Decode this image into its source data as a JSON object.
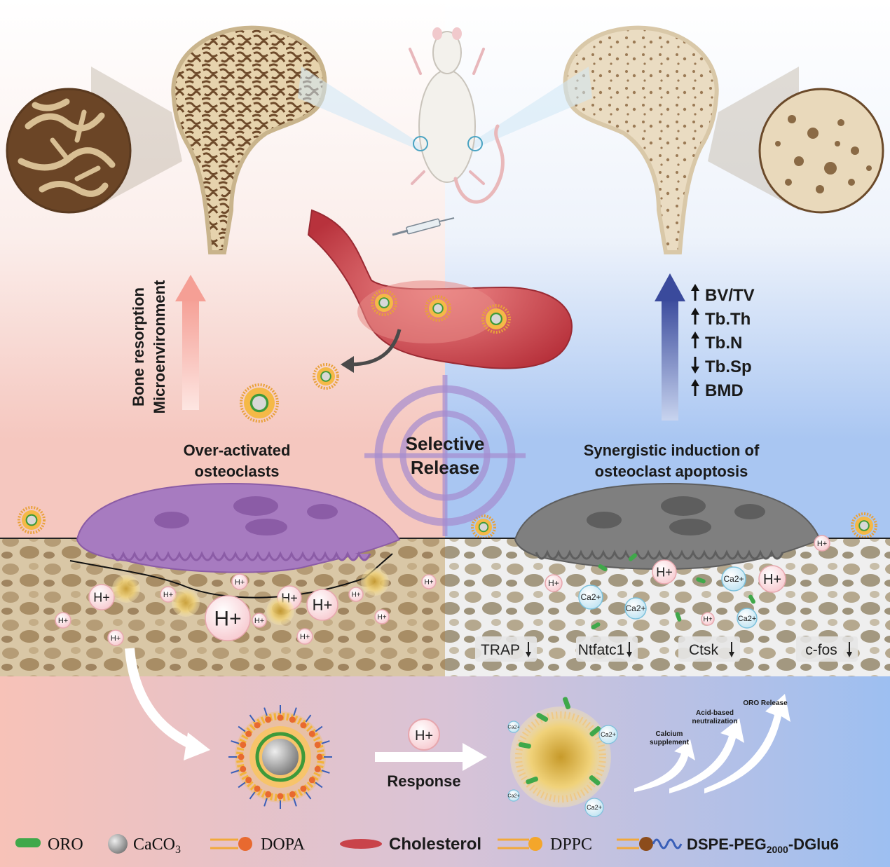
{
  "left": {
    "vertical_label_1": "Bone resorption",
    "vertical_label_2": "Microenvironment",
    "cell_title_1": "Over-activated",
    "cell_title_2": "osteoclasts",
    "ion": "H+"
  },
  "center": {
    "target_label_1": "Selective",
    "target_label_2": "Release"
  },
  "right": {
    "cell_title_1": "Synergistic induction of",
    "cell_title_2": "osteoclast apoptosis",
    "indices": [
      {
        "dir": "up",
        "label": "BV/TV"
      },
      {
        "dir": "up",
        "label": "Tb.Th"
      },
      {
        "dir": "up",
        "label": "Tb.N"
      },
      {
        "dir": "down",
        "label": "Tb.Sp"
      },
      {
        "dir": "up",
        "label": "BMD"
      }
    ],
    "markers": [
      "TRAP",
      "Ntfatc1",
      "Ctsk",
      "c-fos"
    ],
    "ca": "Ca2+"
  },
  "bottom": {
    "response_ion": "H+",
    "response_label": "Response",
    "steps": [
      "Calcium supplement",
      "Acid-based neutralization",
      "ORO Release"
    ]
  },
  "legend": [
    {
      "key": "oro",
      "label": "ORO"
    },
    {
      "key": "caco3",
      "label": "CaCO3"
    },
    {
      "key": "dopa",
      "label": "DOPA"
    },
    {
      "key": "cholesterol",
      "label": "Cholesterol"
    },
    {
      "key": "dppc",
      "label": "DPPC"
    },
    {
      "key": "dspe",
      "label": "DSPE-PEG2000-DGlu6"
    }
  ],
  "colors": {
    "left_tint": "#f6c9c0",
    "right_tint": "#a9c6f2",
    "osteoclast": "#a77bc0",
    "apoptotic": "#7d7d7d",
    "vessel": "#c8414a",
    "up_arrow_left": "#f4a9a0",
    "up_arrow_right": "#3d4fa0",
    "target": "#9b7fc4"
  }
}
